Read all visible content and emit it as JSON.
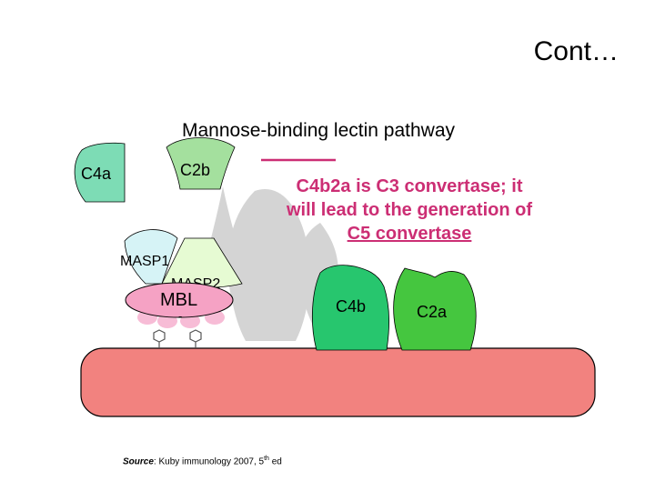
{
  "slide": {
    "title": "Cont…",
    "subtitle": "Mannose-binding lectin pathway",
    "note_line1": "C4b2a is C3 convertase; it",
    "note_line2": "will lead to the generation of",
    "note_line3": "C5 convertase",
    "source_label": "Source",
    "source_text": ": Kuby immunology  2007, 5",
    "source_sup": "th",
    "source_tail": " ed"
  },
  "diagram": {
    "labels": {
      "c4a": "C4a",
      "c2b": "C2b",
      "masp1": "MASP1",
      "masp2": "MASP2",
      "mbl": "MBL",
      "c4b": "C4b",
      "c2a": "C2a"
    },
    "colors": {
      "membrane": "#f2827f",
      "c4a": "#7ddcb5",
      "c2b": "#a4e09e",
      "masp1": "#d6f3f6",
      "masp2": "#e6fbd3",
      "mbl": "#f5a2c4",
      "mbl_lobes": "#f7bcd6",
      "c4b": "#27c66e",
      "c2a": "#45c63f",
      "shadow": "#d4d4d4",
      "note": "#cc2e74"
    }
  }
}
